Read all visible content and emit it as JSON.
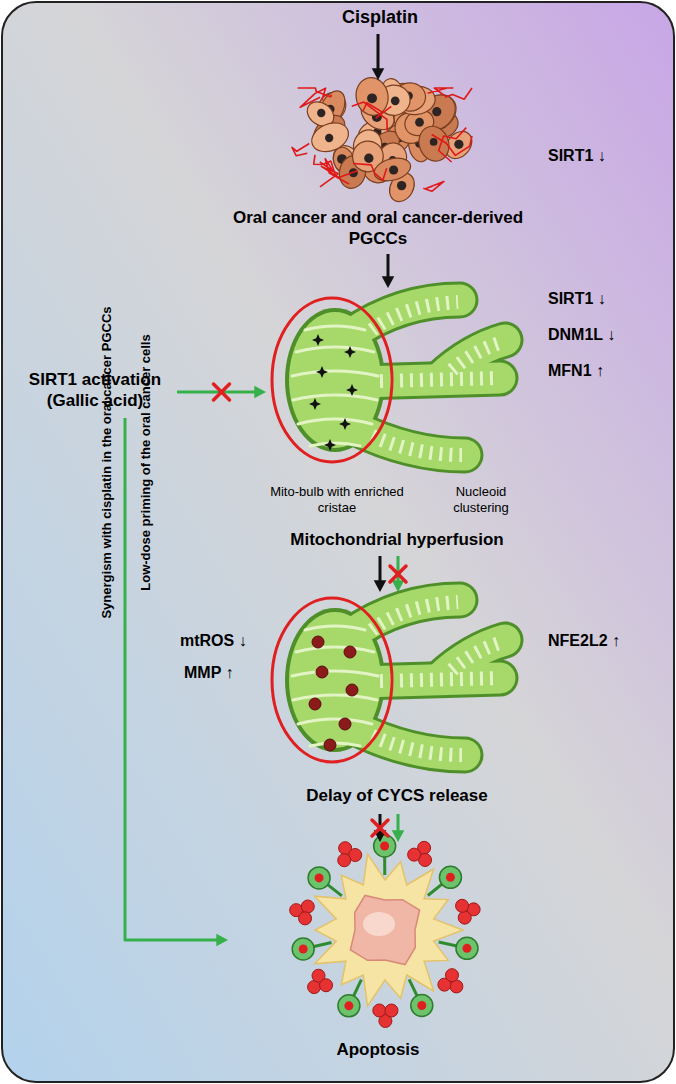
{
  "diagram": {
    "nodes": [
      {
        "text": [
          "Cisplatin"
        ]
      },
      {
        "text": [
          "Oral cancer and oral cancer-derived PGCCs"
        ]
      },
      {
        "text": [
          "SIRT1 activation (Gallic acid)"
        ]
      },
      {
        "text": [
          "Mito-bulb with enriched cristae",
          "Nucleoid clustering",
          "Mitochondrial hyperfusion"
        ]
      },
      {
        "text": [
          "Delay of CYCS release"
        ]
      },
      {
        "text": [
          "Apoptosis"
        ]
      }
    ],
    "edges": [
      {
        "from": 0,
        "to": 1,
        "arrow": "to"
      },
      {
        "from": 1,
        "to": 3,
        "arrow": "to"
      },
      {
        "from": 2,
        "to": 3,
        "arrow": "to"
      },
      {
        "from": 3,
        "to": 4,
        "arrow": "to"
      },
      {
        "from": 3,
        "to": 4,
        "arrow": "to"
      },
      {
        "from": 4,
        "to": 5,
        "arrow": "to"
      },
      {
        "from": 4,
        "to": 5,
        "arrow": "to"
      },
      {
        "from": 2,
        "to": 5,
        "arrow": "to"
      }
    ],
    "labels": [
      "SIRT1 ↓",
      "SIRT1 ↓",
      "DNM1L ↓",
      "MFN1 ↑",
      "mtROS ↓",
      "MMP ↑",
      "NFE2L2 ↑",
      "Low-dose priming of the oral cancer cells",
      "Synergism with cisplatin in the oral cancer PGCCs"
    ]
  }
}
